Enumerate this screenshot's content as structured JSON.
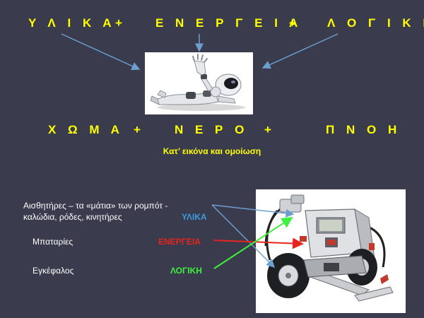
{
  "top_row": {
    "word1": "Υ Λ Ι Κ Α",
    "plus1": "+",
    "word2": "Ε Ν Ε Ρ Γ Ε Ι Α",
    "plus2": "+",
    "word3": "Λ Ο Γ Ι Κ Η"
  },
  "bottom_row": {
    "word1": "Χ Ω Μ Α",
    "plus1": "+",
    "word2": "Ν Ε Ρ Ο",
    "plus2": "+",
    "word3": "Π Ν Ο Η"
  },
  "caption": "Κατ’ εικόνα και ομοίωση",
  "components": {
    "sensors_line1": "Αισθητήρες  – τα «μάτια» των ρομπότ  -",
    "sensors_line2": "καλώδια, ρόδες, κινητήρες",
    "sensors_tag": "ΥΛΙΚΑ",
    "batteries": "Μπαταρίες",
    "batteries_tag": "ΕΝΕΡΓΕΙΑ",
    "brain": "Εγκέφαλος",
    "brain_tag": "ΛΟΓΙΚΗ"
  },
  "colors": {
    "background": "#3a3b4d",
    "heading": "#ffff00",
    "materials": "#3d9bdc",
    "energy": "#e8241c",
    "logic": "#3df23d",
    "arrow_blue": "#6a9fcf"
  },
  "images": {
    "humanoid_robot": "humanoid-robot-icon",
    "lego_robot": "lego-ev3-robot-icon"
  }
}
